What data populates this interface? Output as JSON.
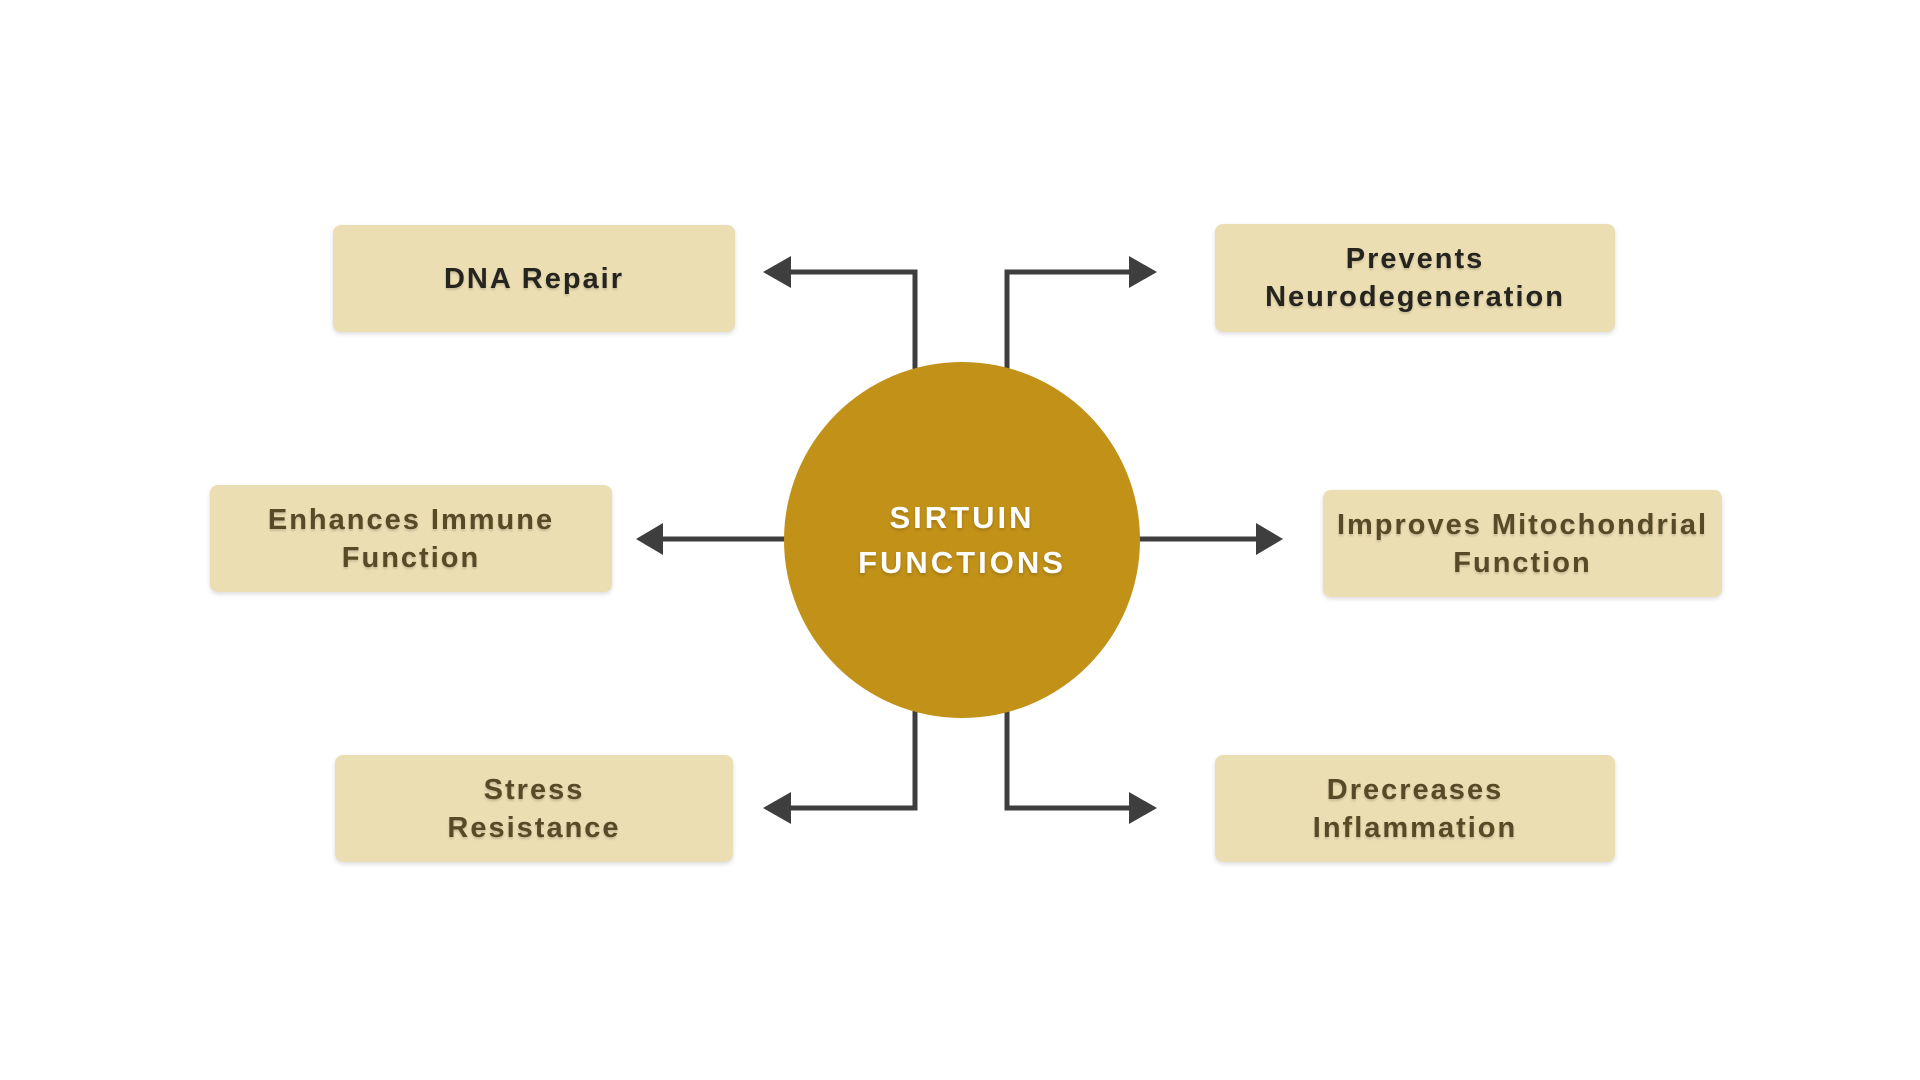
{
  "colors": {
    "background": "#ffffff",
    "circle_fill": "#c29118",
    "box_fill": "#ecdeb3",
    "arrow": "#3e3e3e",
    "text_dark": "#26241f",
    "text_olive": "#564b26",
    "center_text": "#ffffff"
  },
  "diagram": {
    "center": {
      "label_lines": [
        "SIRTUIN",
        "FUNCTIONS"
      ]
    },
    "boxes": [
      {
        "id": "dna-repair",
        "lines": [
          "DNA Repair"
        ],
        "text_style": "dark",
        "position": "top-left"
      },
      {
        "id": "prevents-neurodegeneration",
        "lines": [
          "Prevents",
          "Neurodegeneration"
        ],
        "text_style": "dark",
        "position": "top-right"
      },
      {
        "id": "enhances-immune-function",
        "lines": [
          "Enhances Immune",
          "Function"
        ],
        "text_style": "olive",
        "position": "middle-left"
      },
      {
        "id": "improves-mitochondrial-function",
        "lines": [
          "Improves Mitochondrial",
          "Function"
        ],
        "text_style": "olive",
        "position": "middle-right"
      },
      {
        "id": "stress-resistance",
        "lines": [
          "Stress",
          "Resistance"
        ],
        "text_style": "olive",
        "position": "bottom-left"
      },
      {
        "id": "drecreases-inflammation",
        "lines": [
          "Drecreases",
          "Inflammation"
        ],
        "text_style": "olive",
        "position": "bottom-right"
      }
    ]
  }
}
